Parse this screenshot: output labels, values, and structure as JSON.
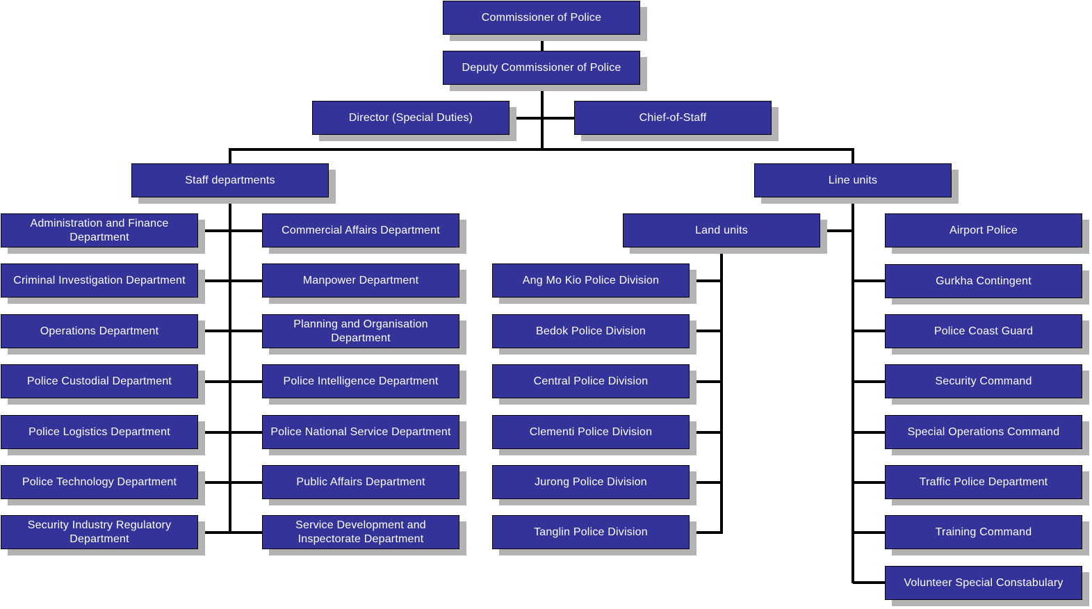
{
  "nodes": {
    "commissioner": "Commissioner of Police",
    "deputy": "Deputy Commissioner of Police",
    "director": "Director (Special Duties)",
    "chief_of_staff": "Chief-of-Staff",
    "staff": "Staff departments",
    "line_units": "Line units",
    "land_units": "Land units",
    "staff_left": [
      "Administration and Finance Department",
      "Criminal Investigation Department",
      "Operations Department",
      "Police Custodial Department",
      "Police Logistics Department",
      "Police Technology Department",
      "Security Industry Regulatory Department"
    ],
    "staff_right": [
      "Commercial Affairs Department",
      "Manpower Department",
      "Planning and Organisation Department",
      "Police Intelligence Department",
      "Police National Service Department",
      "Public Affairs Department",
      "Service Development and Inspectorate Department"
    ],
    "land_divisions": [
      "Ang Mo Kio Police Division",
      "Bedok Police Division",
      "Central Police Division",
      "Clementi Police Division",
      "Jurong Police Division",
      "Tanglin Police Division"
    ],
    "line_specialist": [
      "Airport Police",
      "Gurkha Contingent",
      "Police Coast Guard",
      "Security Command",
      "Special Operations Command",
      "Traffic Police Department",
      "Training Command",
      "Volunteer Special Constabulary"
    ]
  },
  "colors": {
    "box_fill": "#333399",
    "box_text": "#ffffff",
    "connector": "#000000",
    "shadow": "#b3b3b3"
  }
}
